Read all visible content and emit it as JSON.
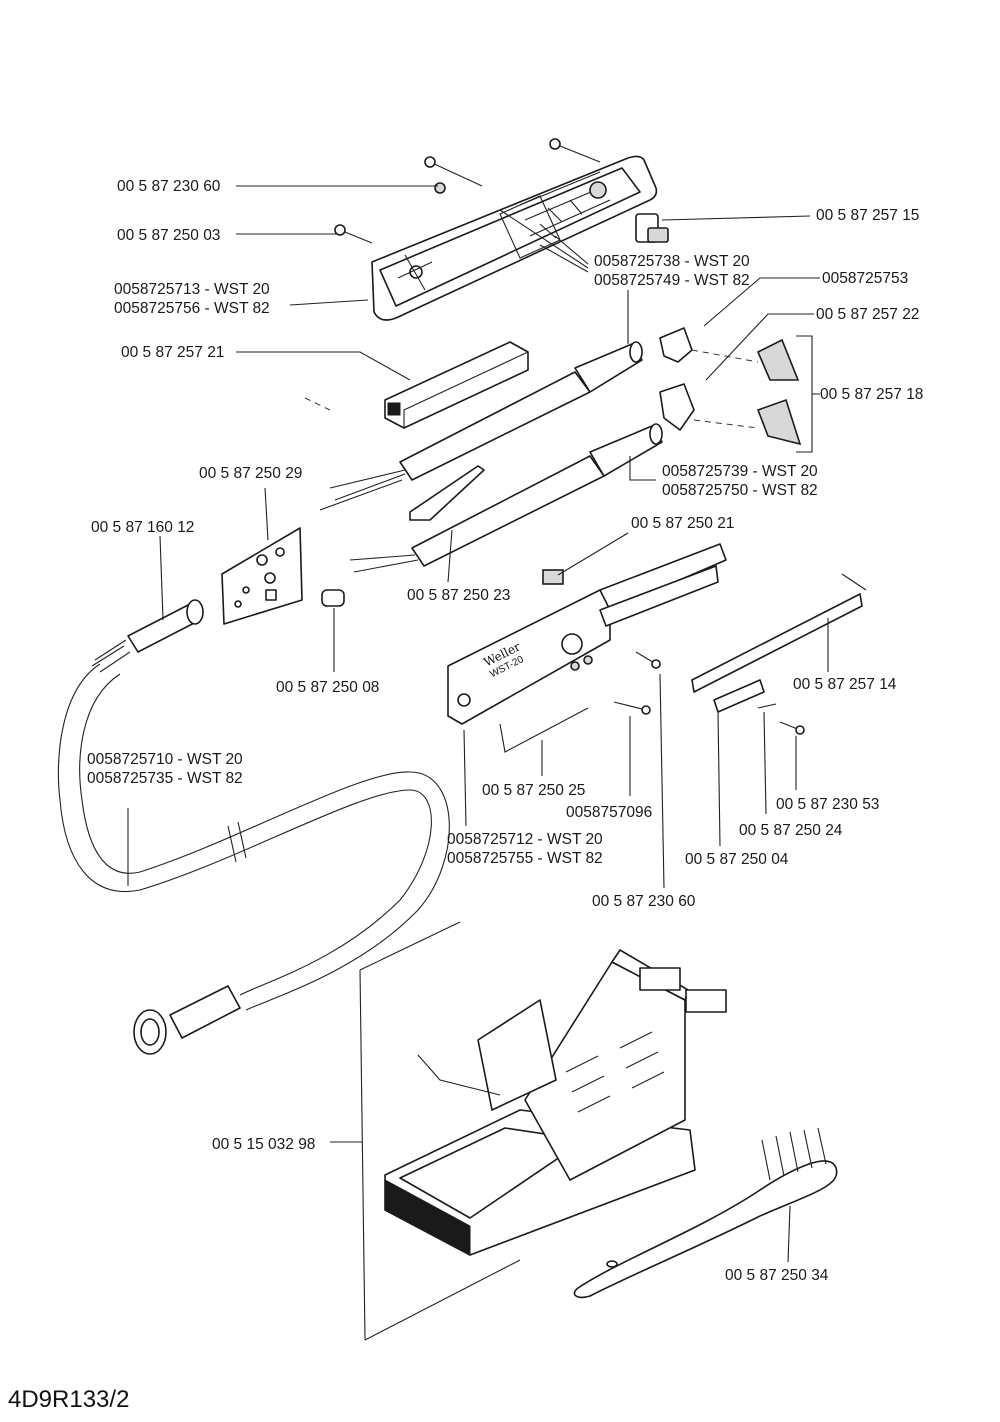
{
  "diagram_ref": "4D9R133/2",
  "housing_brand": "Weller",
  "housing_model": "WST-20",
  "labels": {
    "l01": [
      "00 5 87 230 60"
    ],
    "l02": [
      "00 5 87 257 15"
    ],
    "l03": [
      "00 5 87 250 03"
    ],
    "l04": [
      "0058725738 - WST 20",
      "0058725749 - WST 82"
    ],
    "l05": [
      "0058725713 - WST 20",
      "0058725756 - WST 82"
    ],
    "l06": [
      "0058725753"
    ],
    "l07": [
      "00 5 87 257 22"
    ],
    "l08": [
      "00 5 87 257 21"
    ],
    "l09": [
      "00 5 87 257 18"
    ],
    "l10": [
      "0058725739 - WST 20",
      "0058725750 - WST 82"
    ],
    "l11": [
      "00 5 87 250 29"
    ],
    "l12": [
      "00 5 87 160 12"
    ],
    "l13": [
      "00 5 87 250 21"
    ],
    "l14": [
      "00 5 87 250 23"
    ],
    "l15": [
      "00 5 87 250 08"
    ],
    "l16": [
      "00 5 87 257 14"
    ],
    "l17": [
      "0058725710 - WST 20",
      "0058725735 - WST 82"
    ],
    "l18": [
      "00 5 87 250 25"
    ],
    "l19": [
      "0058757096"
    ],
    "l20": [
      "00 5 87 230 53"
    ],
    "l21": [
      "0058725712 - WST 20",
      "0058725755 - WST 82"
    ],
    "l22": [
      "00 5 87 250 24"
    ],
    "l23": [
      "00 5 87 250 04"
    ],
    "l24": [
      "00 5 87 230 60"
    ],
    "l25": [
      "00 5 15 032 98"
    ],
    "l26": [
      "00 5 87 250 34"
    ]
  }
}
